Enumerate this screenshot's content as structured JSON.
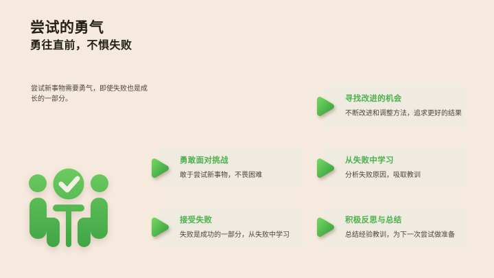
{
  "header": {
    "title": "尝试的勇气",
    "subtitle": "勇往直前，不惧失败"
  },
  "intro": {
    "text": "尝试新事物需要勇气，即使失败也是成长的一部分。"
  },
  "icon": {
    "name": "team-check-icon",
    "meaning": "two people at a table with a checkmark"
  },
  "cards": [
    {
      "title": "寻找改进的机会",
      "desc": "不断改进和调整方法，追求更好的结果"
    },
    {
      "title": "勇敢面对挑战",
      "desc": "敢于尝试新事物，不畏困难"
    },
    {
      "title": "从失败中学习",
      "desc": "分析失败原因，吸取教训"
    },
    {
      "title": "接受失败",
      "desc": "失败是成功的一部分，从失败中学习"
    },
    {
      "title": "积极反思与总结",
      "desc": "总结经验教训，为下一次尝试做准备"
    }
  ],
  "colors": {
    "bg": "#F6EADF",
    "card-bg": "#EFEBE0",
    "accent": "#4CB14C",
    "heading": "#231E14",
    "body-text": "#4B453C",
    "icon-top": "#6CCB5F",
    "icon-bottom": "#3EA345",
    "tri-a": "#6BD15A",
    "tri-b": "#3DA244",
    "check": "#F6F0E4"
  }
}
